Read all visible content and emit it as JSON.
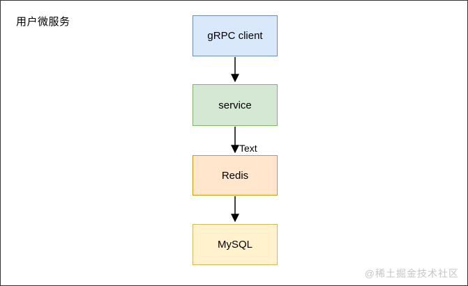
{
  "page": {
    "title": "用户微服务",
    "watermark": "@稀土掘金技术社区",
    "background_color": "#ffffff",
    "frame_border_color": "#333333"
  },
  "diagram": {
    "nodes": [
      {
        "id": "grpc-client",
        "label": "gRPC client",
        "fill": "#dae8fc",
        "border": "#6c8ebf"
      },
      {
        "id": "service",
        "label": "service",
        "fill": "#d5e8d4",
        "border": "#82b366"
      },
      {
        "id": "redis",
        "label": "Redis",
        "fill": "#ffe6cc",
        "border": "#d79b00"
      },
      {
        "id": "mysql",
        "label": "MySQL",
        "fill": "#fff2cc",
        "border": "#d6b656"
      }
    ],
    "edges": [
      {
        "from": "grpc-client",
        "to": "service",
        "label": ""
      },
      {
        "from": "service",
        "to": "redis",
        "label": "Text"
      },
      {
        "from": "redis",
        "to": "mysql",
        "label": ""
      }
    ],
    "arrow_color": "#000000"
  }
}
